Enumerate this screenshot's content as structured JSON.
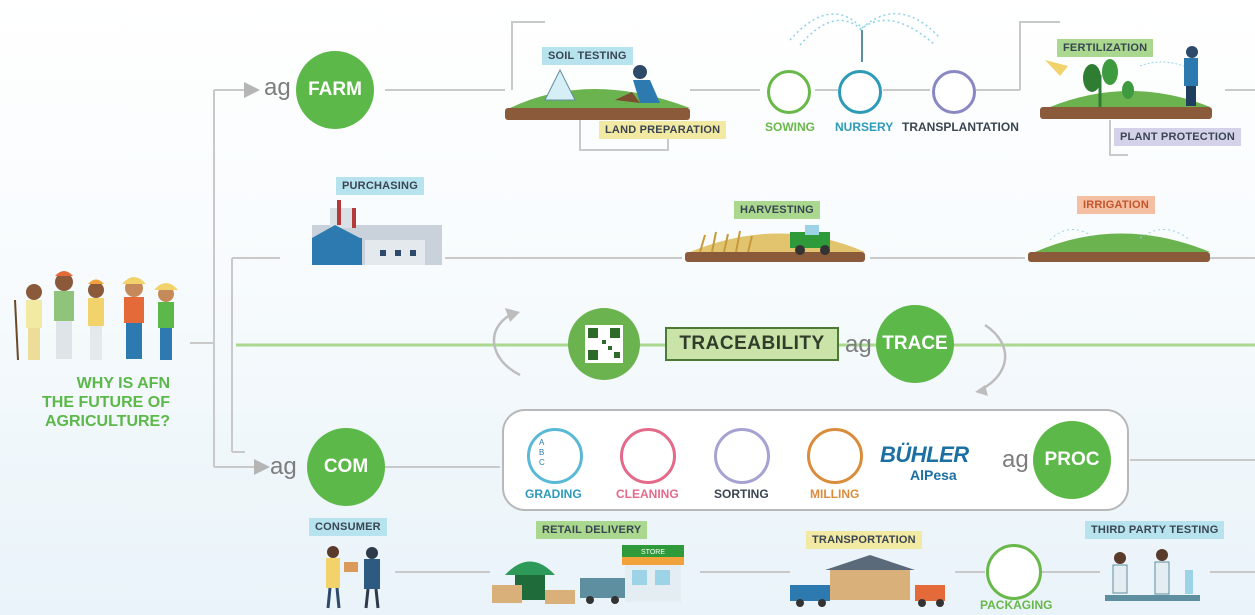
{
  "question": [
    "WHY IS AFN",
    "THE FUTURE OF",
    "AGRICULTURE?"
  ],
  "hubs": {
    "ag_prefix": "ag",
    "farm": "FARM",
    "trace": "TRACE",
    "com": "COM",
    "proc": "PROC"
  },
  "traceability": "TRACEABILITY",
  "farm_stages": {
    "soil_testing": "SOIL TESTING",
    "land_preparation": "LAND PREPARATION",
    "sowing": "SOWING",
    "nursery": "NURSERY",
    "transplantation": "TRANSPLANTATION",
    "fertilization": "FERTILIZATION",
    "plant_protection": "PLANT PROTECTION",
    "irrigation": "IRRIGATION",
    "harvesting": "HARVESTING",
    "purchasing": "PURCHASING"
  },
  "processing": {
    "grading": "GRADING",
    "cleaning": "CLEANING",
    "sorting": "SORTING",
    "milling": "MILLING",
    "brand": "BÜHLER",
    "brand_sub": "AlPesa",
    "grading_letters": [
      "A",
      "B",
      "C"
    ],
    "store_sign": "STORE"
  },
  "distribution": {
    "consumer": "CONSUMER",
    "retail_delivery": "RETAIL DELIVERY",
    "transportation": "TRANSPORTATION",
    "packaging": "PACKAGING",
    "third_party_testing": "THIRD PARTY TESTING"
  },
  "colors": {
    "green": "#5cb848",
    "line": "#c9c9c9",
    "trace_line": "#a9d88e",
    "sowing": "#68b84a",
    "nursery": "#2d9ab8",
    "transplantation": "#8a88c4",
    "grading": "#5bb8d6",
    "cleaning": "#e46a8a",
    "sorting": "#a5a3d2",
    "milling": "#d98d3c"
  }
}
